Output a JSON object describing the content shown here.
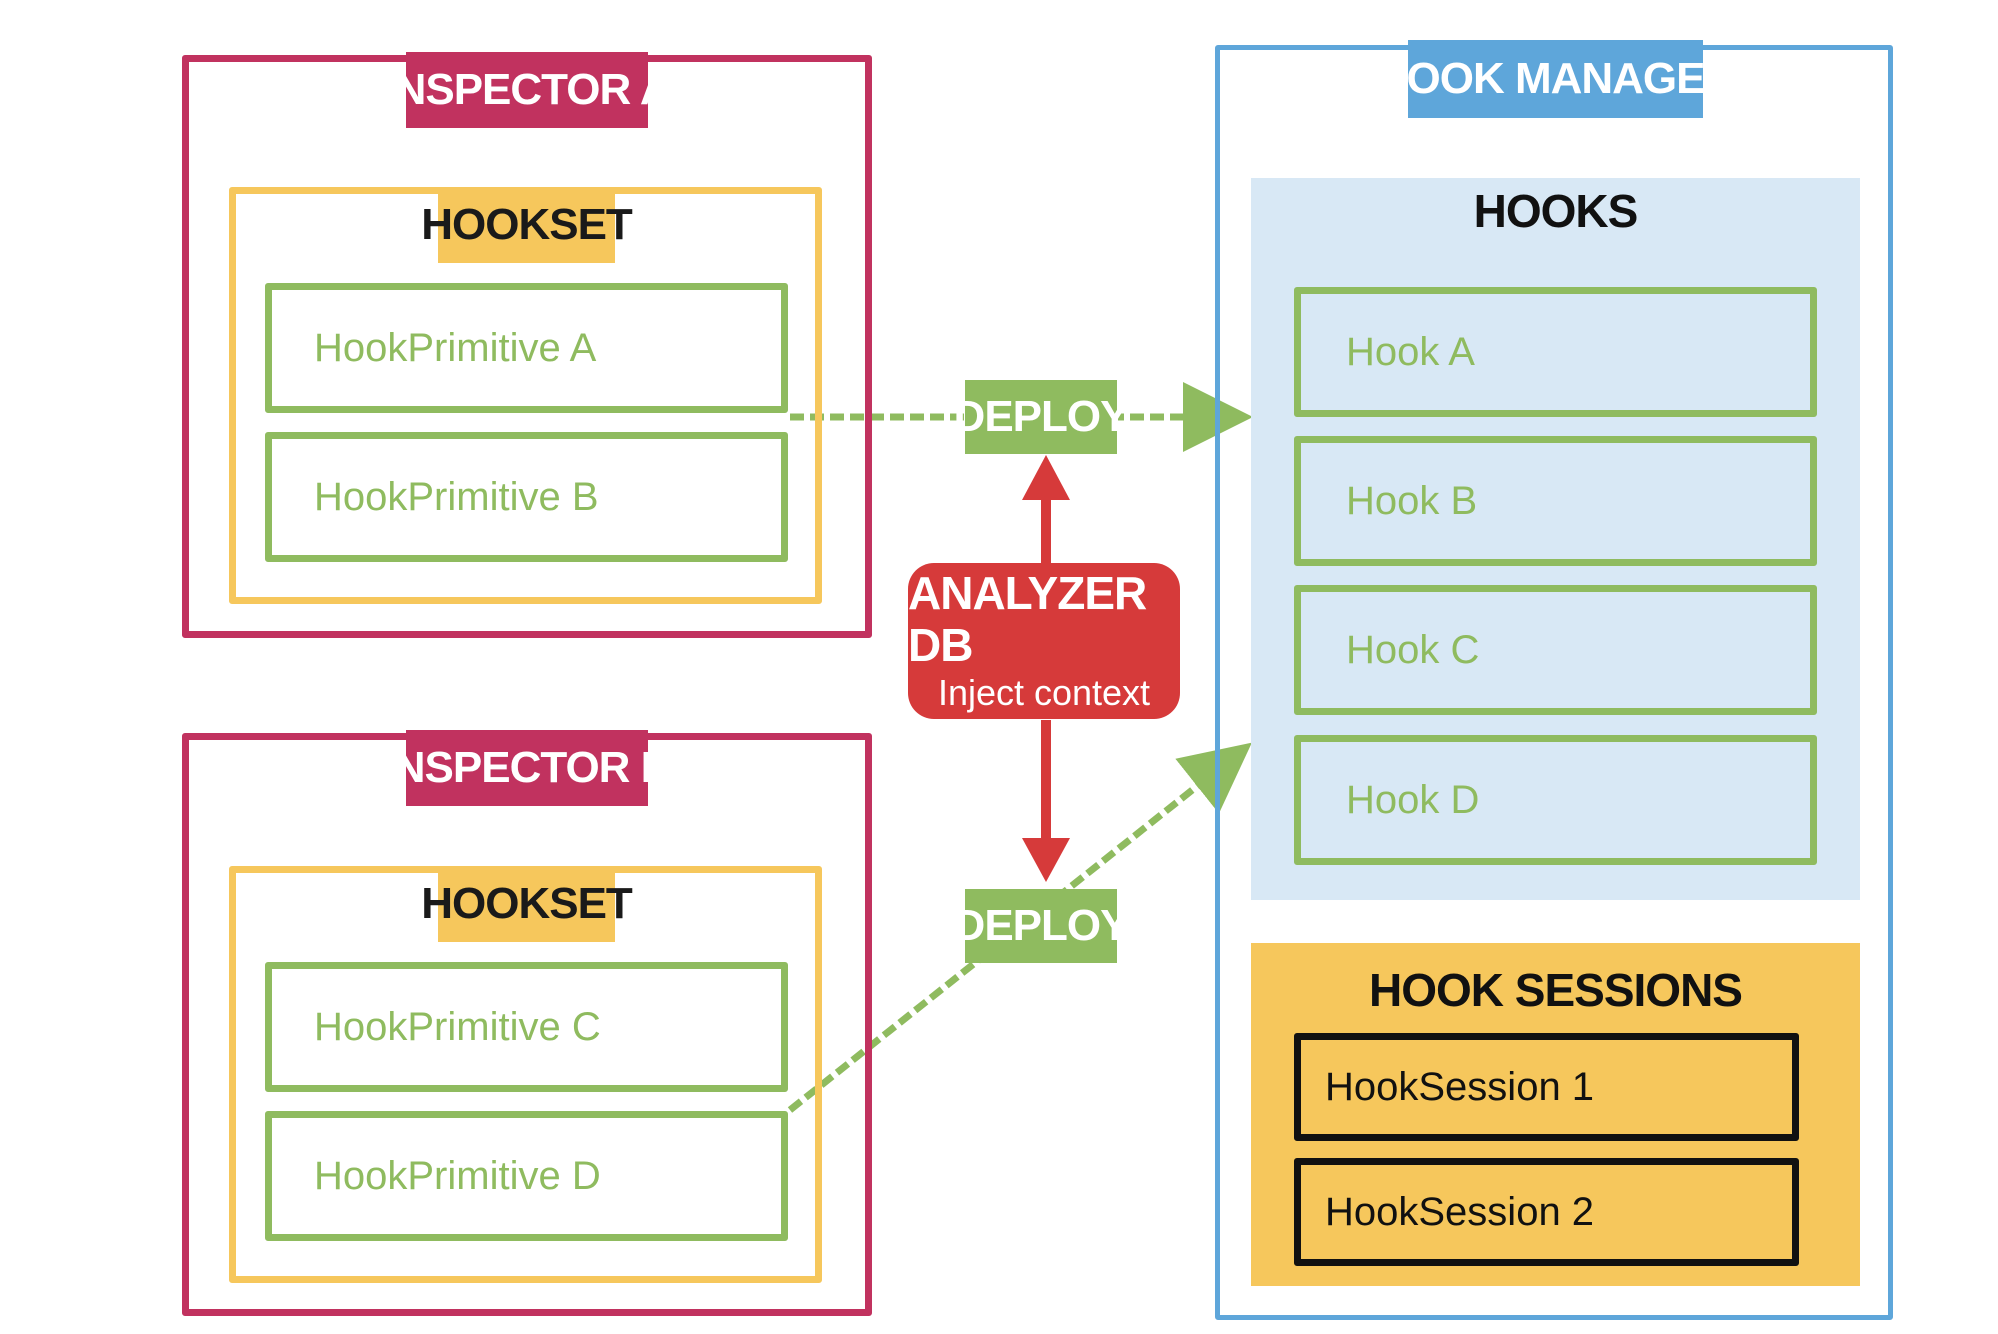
{
  "inspector_a": {
    "title": "INSPECTOR A",
    "hookset_title": "HOOKSET",
    "primitives": [
      "HookPrimitive A",
      "HookPrimitive B"
    ]
  },
  "inspector_b": {
    "title": "INSPECTOR B",
    "hookset_title": "HOOKSET",
    "primitives": [
      "HookPrimitive C",
      "HookPrimitive D"
    ]
  },
  "deploy_top": "DEPLOY",
  "deploy_bottom": "DEPLOY",
  "analyzer": {
    "title": "ANALYZER DB",
    "subtitle": "Inject context"
  },
  "hook_manager": {
    "title": "HOOK MANAGER",
    "hooks_title": "HOOKS",
    "hooks": [
      "Hook A",
      "Hook B",
      "Hook C",
      "Hook D"
    ],
    "sessions_title": "HOOK SESSIONS",
    "sessions": [
      "HookSession 1",
      "HookSession 2"
    ]
  },
  "colors": {
    "inspector": "#c1325f",
    "hookset": "#f6c75c",
    "primitive": "#8fbb5f",
    "manager": "#5ea6da",
    "hooks_bg": "#d8e8f5",
    "analyzer": "#d63a3a"
  }
}
